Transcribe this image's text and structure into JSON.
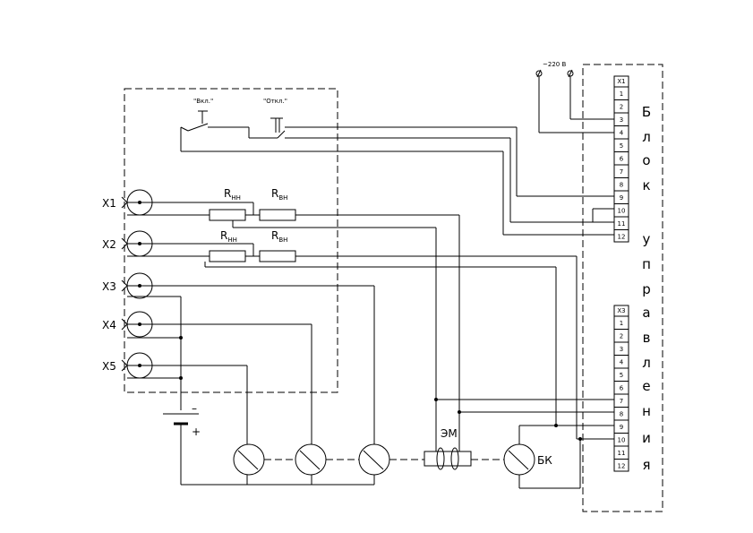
{
  "diagram": {
    "button_on": "\"Вкл.\"",
    "button_off": "\"Откл.\"",
    "power_label": "~220 В",
    "terminals": [
      "X1",
      "X2",
      "X3",
      "X4",
      "X5"
    ],
    "resistors": [
      {
        "main": "R",
        "sub": "НН"
      },
      {
        "main": "R",
        "sub": "ВН"
      },
      {
        "main": "R",
        "sub": "НН"
      },
      {
        "main": "R",
        "sub": "ВН"
      }
    ],
    "battery_minus": "–",
    "battery_plus": "+",
    "em_label": "ЭМ",
    "bk_label": "БК",
    "block_x1": {
      "header": "X1",
      "rows": [
        "1",
        "2",
        "3",
        "4",
        "5",
        "6",
        "7",
        "8",
        "9",
        "10",
        "11",
        "12"
      ]
    },
    "block_x3": {
      "header": "X3",
      "rows": [
        "1",
        "2",
        "3",
        "4",
        "5",
        "6",
        "7",
        "8",
        "9",
        "10",
        "11",
        "12"
      ]
    },
    "block_title_letters": [
      "Б",
      "л",
      "о",
      "к",
      "у",
      "п",
      "р",
      "а",
      "в",
      "л",
      "е",
      "н",
      "и",
      "я"
    ]
  }
}
